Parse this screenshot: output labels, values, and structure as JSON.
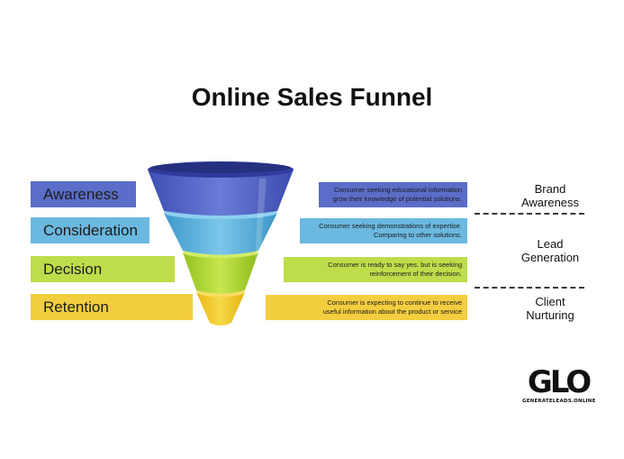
{
  "title": "Online Sales Funnel",
  "stages": [
    {
      "label": "Awareness",
      "color": "#5b6dc8",
      "desc_lines": [
        "Consumer seeking educational information",
        "grow their knowledge of potential solutions."
      ]
    },
    {
      "label": "Consideration",
      "color": "#6bb8e0",
      "desc_lines": [
        "Consumer seeking demonstrations of expertise.",
        "Comparing to other solutions."
      ]
    },
    {
      "label": "Decision",
      "color": "#bedd4a",
      "desc_lines": [
        "Consumer is ready to say yes. but is seeking",
        "reinforcement of their decision."
      ]
    },
    {
      "label": "Retention",
      "color": "#f3ce3f",
      "desc_lines": [
        "Consumer is expecting to continue to receive",
        "useful information about the product or service"
      ]
    }
  ],
  "phases": [
    {
      "lines": [
        "Brand",
        "Awareness"
      ]
    },
    {
      "lines": [
        "Lead",
        "Generation"
      ]
    },
    {
      "lines": [
        "Client",
        "Nurturing"
      ]
    }
  ],
  "logo": {
    "mark": "GLO",
    "caption": "GENERATELEADS.ONLINE"
  }
}
